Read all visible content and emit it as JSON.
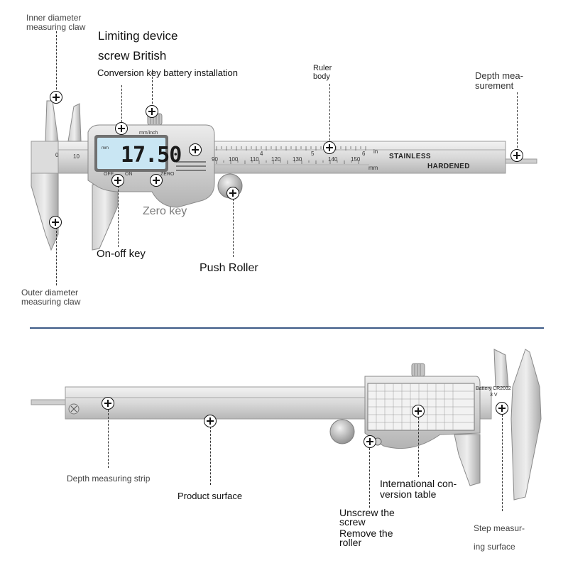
{
  "labels": {
    "inner_claw": [
      "Inner diameter",
      "measuring claw"
    ],
    "limiting_screw": [
      "Limiting device",
      "screw British"
    ],
    "conversion_key": "Conversion key battery installation",
    "ruler_body": [
      "Ruler",
      "body"
    ],
    "depth_measurement": [
      "Depth mea-",
      "surement"
    ],
    "zero_key": "Zero key",
    "on_off_key": "On-off key",
    "push_roller": "Push Roller",
    "outer_claw": [
      "Outer diameter",
      "measuring claw"
    ],
    "depth_strip": "Depth measuring strip",
    "product_surface": "Product surface",
    "conversion_table": [
      "International con-",
      "version table"
    ],
    "unscrew": [
      "Unscrew the",
      "screw",
      "Remove the",
      "roller"
    ],
    "step_surface": [
      "Step measur-",
      "ing surface"
    ]
  },
  "device": {
    "display_reading": "17.50",
    "display_unit": "mm",
    "key_top": "mm/inch",
    "key_off": "OFF",
    "key_on": "ON",
    "key_zero": "ZERO",
    "engraving_1": "STAINLESS",
    "engraving_2": "HARDENED",
    "inch_mark": "in",
    "mm_mark": "mm",
    "mm_scale": [
      "90",
      "100",
      "110",
      "120",
      "130",
      "140",
      "150"
    ],
    "inch_scale": [
      "4",
      "5",
      "6"
    ],
    "jaw_zero": "0",
    "jaw_ten": "10",
    "battery_1": "Battery CR2032",
    "battery_2": "3 V"
  },
  "colors": {
    "steel_light": "#e6e6e6",
    "steel_mid": "#c6c6c6",
    "steel_dark": "#8e8e8e",
    "lcd": "#c9e6f3",
    "divider": "#3c5a86"
  }
}
